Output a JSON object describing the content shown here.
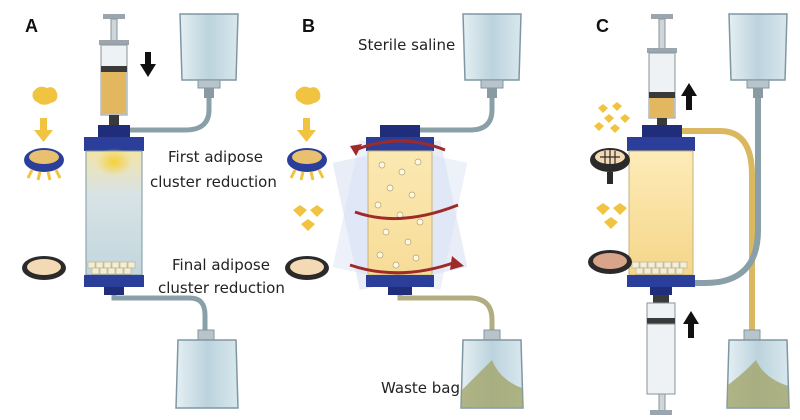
{
  "panels": [
    {
      "letter": "A"
    },
    {
      "letter": "B"
    },
    {
      "letter": "C"
    }
  ],
  "labels": {
    "first_reduction_line1": "First adipose",
    "first_reduction_line2": "cluster reduction",
    "final_reduction_line1": "Final adipose",
    "final_reduction_line2": "cluster reduction",
    "sterile_saline": "Sterile saline",
    "waste_bag": "Waste bag"
  },
  "colors": {
    "bag_fill": "#c9dde6",
    "bag_outline": "#7f97a3",
    "tube": "#8aa0a8",
    "tube_yellow": "#d9b860",
    "column_cap": "#2b3f9a",
    "fat_yellow": "#e8c050",
    "waste": "#a3a56a",
    "rotation_arrow": "#9e2a2a"
  }
}
